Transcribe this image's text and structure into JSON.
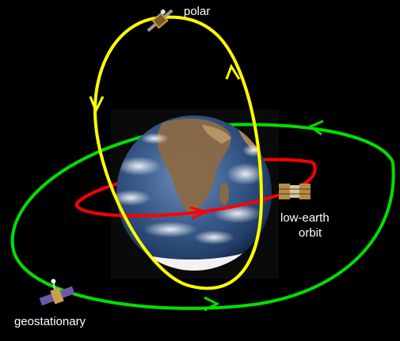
{
  "labels": {
    "polar": "polar",
    "low_earth_line1": "low-earth",
    "low_earth_line2": "orbit",
    "geostationary": "geostationary"
  },
  "colors": {
    "background": "#000000",
    "polar_orbit": "#ffff00",
    "low_earth_orbit": "#ff0000",
    "geostationary_orbit": "#00e000",
    "label_text": "#ffffff"
  },
  "icons": {
    "polar_satellite": "satellite-icon",
    "low_earth_satellite": "satellite-icon",
    "geostationary_satellite": "satellite-icon"
  }
}
